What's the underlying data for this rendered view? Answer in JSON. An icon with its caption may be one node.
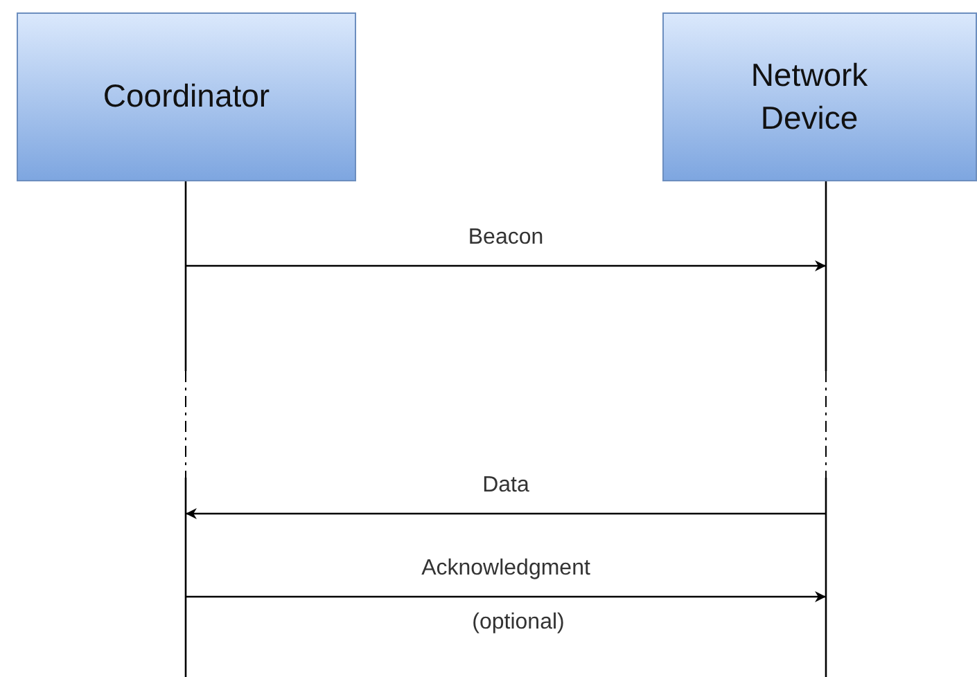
{
  "diagram": {
    "nodes": [
      {
        "text": [
          "Coordinator"
        ]
      },
      {
        "text": [
          "Network Device"
        ]
      }
    ],
    "edges": [
      {
        "from": 0,
        "to": 1,
        "arrow": "to",
        "label": "Beacon"
      },
      {
        "from": 1,
        "to": 0,
        "arrow": "to",
        "label": "Data"
      },
      {
        "from": 0,
        "to": 1,
        "arrow": "to",
        "label": "Acknowledgment"
      }
    ],
    "labels": [
      "(optional)"
    ]
  }
}
